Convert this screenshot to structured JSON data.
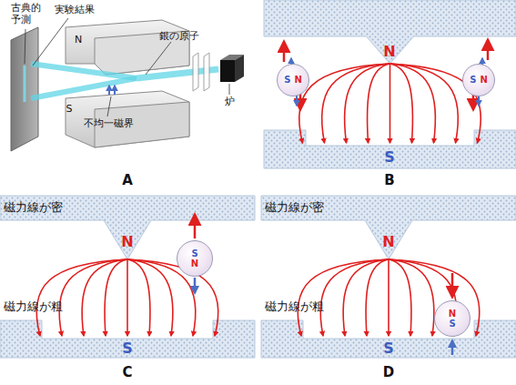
{
  "diagram": {
    "nodes": [
      {
        "text": [
          "S",
          "N"
        ]
      },
      {
        "text": [
          "S",
          "N"
        ]
      },
      {
        "text": [
          "S",
          "N"
        ]
      },
      {
        "text": [
          "N",
          "S"
        ]
      }
    ],
    "labels": [
      "古典的予測",
      "実験結果",
      "銀の原子",
      "N",
      "S",
      "不均一磁界",
      "炉",
      "A",
      "N",
      "S",
      "B",
      "磁力線が密",
      "N",
      "磁力線が粗",
      "S",
      "C",
      "磁力線が密",
      "N",
      "磁力線が粗",
      "S",
      "D"
    ]
  }
}
